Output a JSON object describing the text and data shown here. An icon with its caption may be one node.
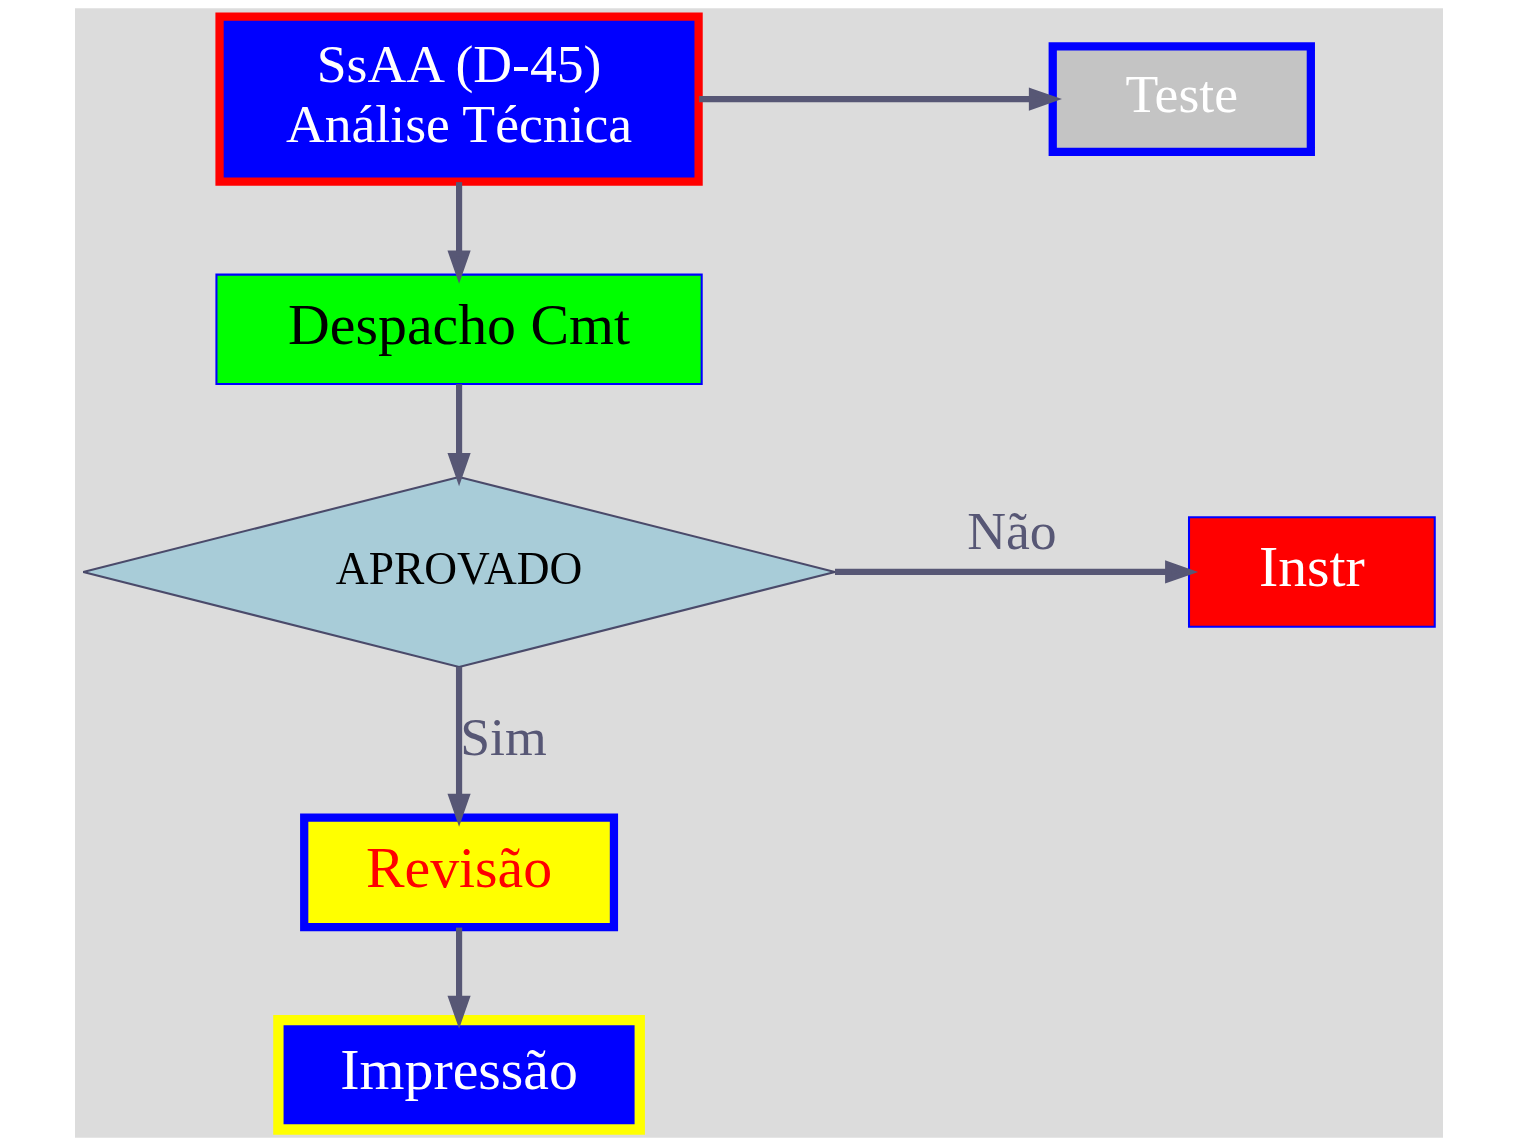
{
  "diagram": {
    "nodes": [
      {
        "text": [
          "SsAA (D-45)",
          "Análise Técnica"
        ]
      },
      {
        "text": [
          "Teste"
        ]
      },
      {
        "text": [
          "Despacho Cmt"
        ]
      },
      {
        "text": [
          "Instr"
        ]
      },
      {
        "text": [
          "APROVADO"
        ]
      },
      {
        "text": [
          "Revisão"
        ]
      },
      {
        "text": [
          "Impressão"
        ]
      }
    ],
    "edges": [
      {
        "from": 0,
        "to": 1,
        "arrow": "to"
      },
      {
        "from": 0,
        "to": 2,
        "arrow": "to"
      },
      {
        "from": 2,
        "to": 4,
        "arrow": "to"
      },
      {
        "from": 4,
        "to": 3,
        "arrow": "to",
        "label": "Não"
      },
      {
        "from": 4,
        "to": 5,
        "arrow": "to",
        "label": "Sim"
      },
      {
        "from": 5,
        "to": 6,
        "arrow": "to"
      }
    ]
  }
}
